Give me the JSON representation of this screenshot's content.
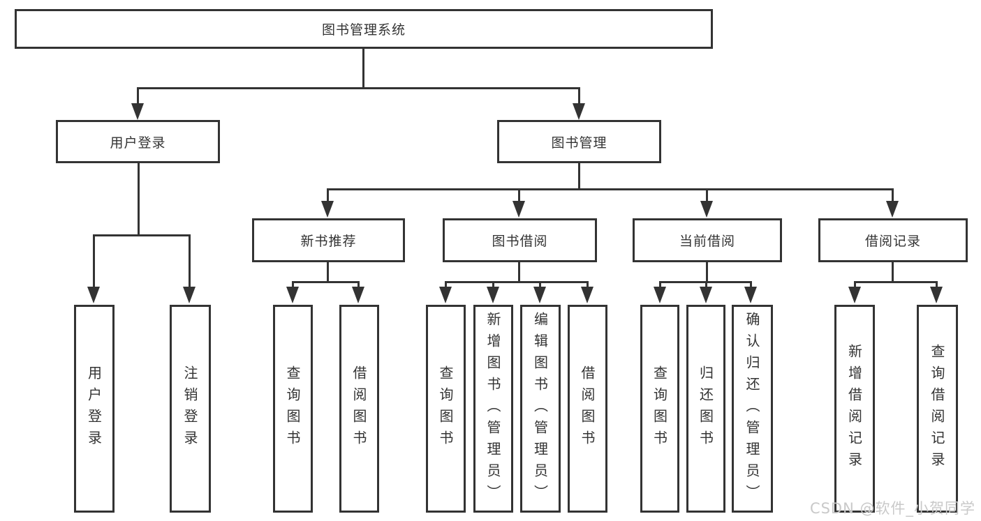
{
  "diagram": {
    "root": "图书管理系统",
    "level2": {
      "user_login": "用户登录",
      "book_mgmt": "图书管理"
    },
    "level3": {
      "new_book": "新书推荐",
      "book_borrow": "图书借阅",
      "current_borrow": "当前借阅",
      "borrow_record": "借阅记录"
    },
    "leaves": {
      "user_login": "用户登录",
      "user_logout": "注销登录",
      "nb_query": "查询图书",
      "nb_borrow": "借阅图书",
      "bb_query": "查询图书",
      "bb_add": "新增图书（管理员）",
      "bb_edit": "编辑图书（管理员）",
      "bb_borrow": "借阅图书",
      "cb_query": "查询图书",
      "cb_return": "归还图书",
      "cb_confirm": "确认归还（管理员）",
      "br_add": "新增借阅记录",
      "br_query": "查询借阅记录"
    }
  },
  "watermark": "CSDN @软件_小贺同学",
  "colors": {
    "line": "#333333",
    "text": "#333333",
    "box_bg": "#ffffff",
    "watermark": "#c9c9c9"
  }
}
